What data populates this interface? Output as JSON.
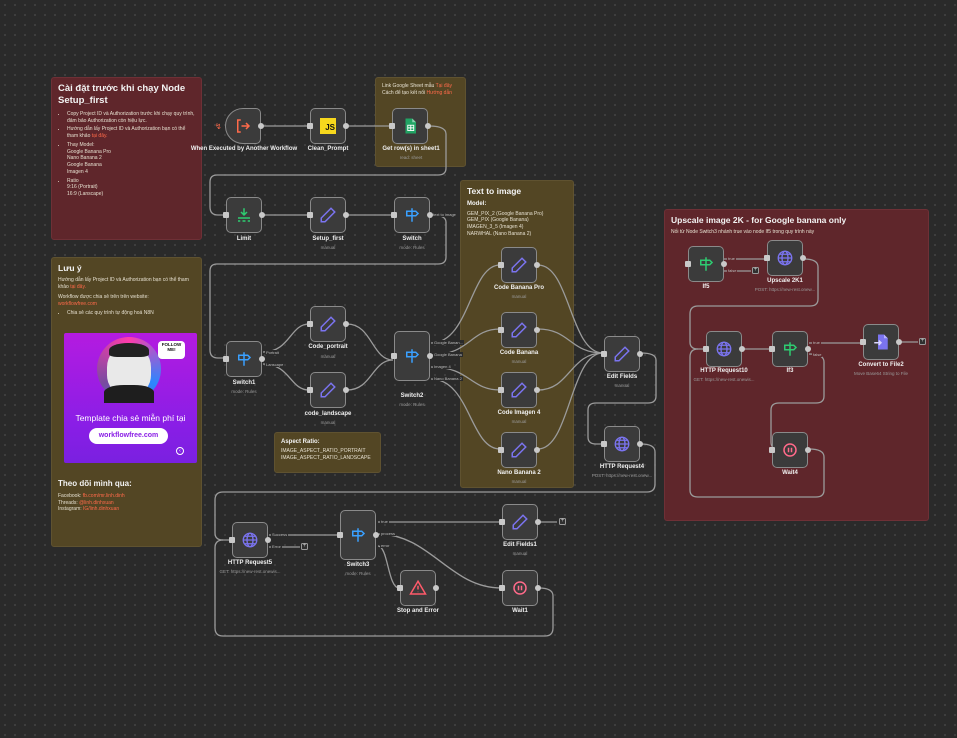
{
  "notes": {
    "setup": {
      "title": "Cài đặt trước khi chạy Node Setup_first",
      "bullets": [
        "Copy Project ID và Authorization trước khi chạy quy trình, đảm bảo Authorization còn hiệu lực.",
        "Hướng dẫn lấy Project ID và Authorization bạn có thể tham khảo",
        "Thay Model:",
        "Ratio"
      ],
      "guide_link": "tại đây.",
      "models": [
        "Google Banana Pro",
        "Nano Banana 2",
        "Google Banana",
        "Imagen 4"
      ],
      "ratios": [
        "9:16 (Portrait)",
        "16:9 (Lanscape)"
      ]
    },
    "note": {
      "title": "Lưu ý",
      "guide_text": "Hướng dẫn lấy Project ID và Authorization bạn có thể tham khảo",
      "guide_link": "tại đây.",
      "share_text": "Workflow được chia sẻ trên trên website:",
      "website": "workflowfree.com",
      "bullet": "Chia sẻ các quy trình tự động hoá N8N",
      "banner": {
        "follow": "FOLLOW ME!",
        "tagline": "Template chia sẻ miễn phí tại",
        "button": "workflowfree.com"
      },
      "follow_title": "Theo dõi mình qua:",
      "socials": [
        {
          "label": "Facebook:",
          "value": "fb.com/mr.linh.dinh"
        },
        {
          "label": "Threads:",
          "value": "@linh.dinhxuan"
        },
        {
          "label": "Instagram:",
          "value": "IG/linh.dinhxuan"
        }
      ]
    },
    "sheet": {
      "line1": "Link Google Sheet mẫu",
      "link1": "Tại đây",
      "line2": "Cách để tạo kết nối",
      "link2": "Hướng dẫn"
    },
    "text_to_image": {
      "title": "Text to image",
      "model_label": "Model:",
      "models": [
        "GEM_PIX_2 (Google Banana Pro)",
        "GEM_PIX (Google Banana)",
        "IMAGEN_3_5 (Imagen 4)",
        "NARWHAL (Nano Banana 2)"
      ]
    },
    "aspect": {
      "title": "Aspect Ratio:",
      "values": [
        "IMAGE_ASPECT_RATIO_PORTRAIT",
        "IMAGE_ASPECT_RATIO_LANDSCAPE"
      ]
    },
    "upscale": {
      "title": "Upscale image 2K - for Google banana only",
      "subtitle": "Nối từ Node Switch3 nhánh true vào node If5 trong quy trình này"
    }
  },
  "nodes": {
    "trigger": {
      "label": "When Executed by Another Workflow"
    },
    "clean_prompt": {
      "label": "Clean_Prompt",
      "icon": "JS"
    },
    "get_rows": {
      "label": "Get row(s) in sheet1",
      "sub": "read: sheet"
    },
    "limit": {
      "label": "Limit"
    },
    "setup_first": {
      "label": "Setup_first",
      "sub": "manual"
    },
    "switch": {
      "label": "Switch",
      "sub": "mode: Rules",
      "out": "text to image"
    },
    "switch1": {
      "label": "Switch1",
      "sub": "mode: Rules",
      "outs": [
        "Portrait",
        "Lanscape"
      ]
    },
    "code_portrait": {
      "label": "Code_portrait",
      "sub": "manual"
    },
    "code_landscape": {
      "label": "code_landscape",
      "sub": "manual"
    },
    "switch2": {
      "label": "Switch2",
      "sub": "mode: Rules",
      "outs": [
        "Google Banan...",
        "Google Banana",
        "Imagen 4",
        "Nano Banana 2"
      ]
    },
    "code_banana_pro": {
      "label": "Code Banana Pro",
      "sub": "manual"
    },
    "code_banana": {
      "label": "Code Banana",
      "sub": "manual"
    },
    "code_imagen4": {
      "label": "Code Imagen 4",
      "sub": "manual"
    },
    "nano_banana2": {
      "label": "Nano Banana 2",
      "sub": "manual"
    },
    "edit_fields": {
      "label": "Edit Fields",
      "sub": "manual"
    },
    "http4": {
      "label": "HTTP Request4",
      "sub": "POST: https://new-rest.onew..."
    },
    "http5": {
      "label": "HTTP Request5",
      "sub": "GET: https://new-rest.onewis...",
      "outs": [
        "Success",
        "Error"
      ]
    },
    "switch3": {
      "label": "Switch3",
      "sub": "mode: Rules",
      "outs": [
        "true",
        "process",
        "error"
      ]
    },
    "edit_fields1": {
      "label": "Edit Fields1",
      "sub": "manual"
    },
    "stop_error": {
      "label": "Stop and Error"
    },
    "wait1": {
      "label": "Wait1"
    },
    "if5": {
      "label": "If5",
      "outs": [
        "true",
        "false"
      ]
    },
    "upscale": {
      "label": "Upscale 2K1",
      "sub": "POST: https://new-rest.onew..."
    },
    "http10": {
      "label": "HTTP Request10",
      "sub": "GET: https://new-rest.onewis..."
    },
    "if3": {
      "label": "If3",
      "outs": [
        "true",
        "false"
      ]
    },
    "convert": {
      "label": "Convert to File2",
      "sub": "Move Base64 String to File"
    },
    "wait4": {
      "label": "Wait4"
    }
  },
  "colors": {
    "canvas": "#2a2a2a",
    "note_red": "#5f262b",
    "note_olive": "#534624",
    "link": "#ff6a4a",
    "edit_icon": "#7b74f0",
    "switch_icon": "#3aa0ff",
    "if_icon": "#2ecc71",
    "stop_icon": "#ff5a6a"
  }
}
